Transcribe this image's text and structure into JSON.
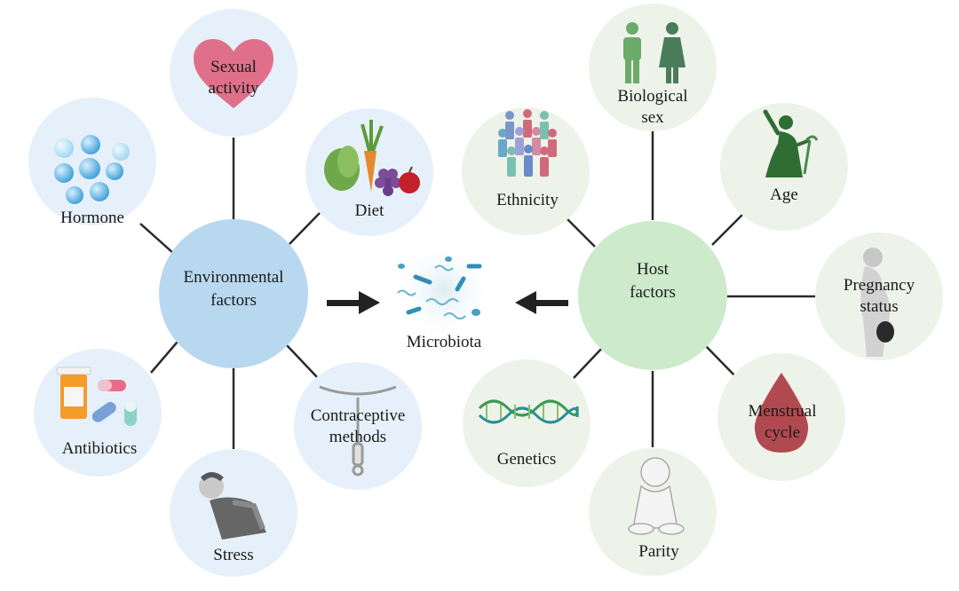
{
  "center": {
    "label": "Microbiota"
  },
  "environmental": {
    "hub_label_line1": "Environmental",
    "hub_label_line2": "factors",
    "hub_color": "#b8d8f0",
    "node_color": "#e6f0fa",
    "factors": {
      "sexual_activity": [
        "Sexual",
        "activity"
      ],
      "diet": "Diet",
      "hormone": "Hormone",
      "antibiotics": "Antibiotics",
      "stress": "Stress",
      "contraceptive": [
        "Contraceptive",
        "methods"
      ]
    }
  },
  "host": {
    "hub_label_line1": "Host",
    "hub_label_line2": "factors",
    "hub_color": "#cdeacb",
    "node_color": "#eef3ea",
    "factors": {
      "biological_sex": [
        "Biological",
        "sex"
      ],
      "ethnicity": "Ethnicity",
      "age": "Age",
      "pregnancy": [
        "Pregnancy",
        "status"
      ],
      "menstrual": [
        "Menstrual",
        "cycle"
      ],
      "parity": "Parity",
      "genetics": "Genetics"
    }
  },
  "colors": {
    "heart": "#e0708a",
    "sphere": "#4aa9d8",
    "dna_green": "#3c9a52",
    "dna_teal": "#2a8f96",
    "figure_green": "#5a9e6a",
    "age_green": "#2f6e33",
    "drop": "#b14a50",
    "bacteria": "#2f8fb5",
    "arrow": "#222222"
  },
  "icons": [
    "heart-icon",
    "spheres-icon",
    "vegetables-icon",
    "pill-bottle-icon",
    "person-icon",
    "iud-icon",
    "male-female-icon",
    "people-group-icon",
    "elderly-woman-icon",
    "pregnant-silhouette-icon",
    "blood-drop-icon",
    "baby-icon",
    "dna-icon",
    "bacteria-icon",
    "arrow-icon"
  ]
}
